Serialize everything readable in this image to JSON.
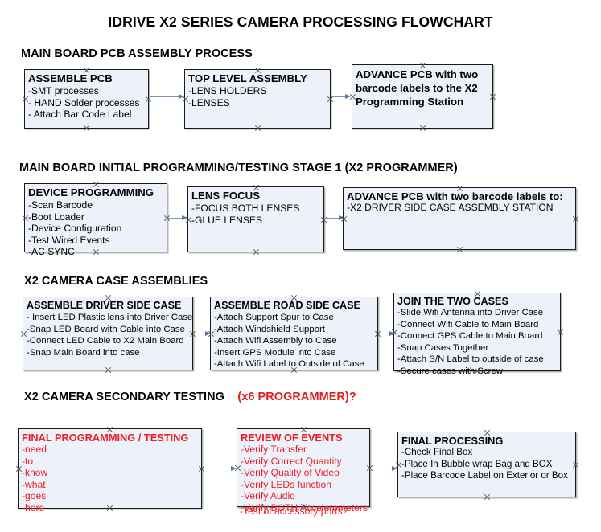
{
  "document": {
    "title": "IDRIVE X2  SERIES CAMERA PROCESSING FLOWCHART"
  },
  "colors": {
    "box_fill": "#edf1f9",
    "box_border": "#1a1a1a",
    "arrow": "#7c96b8",
    "red_text": "#ee1c25",
    "black_text": "#000000"
  },
  "sections": [
    {
      "id": "main-board-pcb-assembly-process",
      "heading": "MAIN BOARD PCB ASSEMBLY PROCESS",
      "heading_suffix": "",
      "boxes": [
        {
          "id": "assemble-pcb",
          "title": "ASSEMBLE PCB",
          "lines": [
            "-SMT processes",
            "- HAND Solder processes",
            "- Attach Bar Code Label"
          ]
        },
        {
          "id": "top-level-assembly",
          "title": "TOP LEVEL ASSEMBLY",
          "lines": [
            "-LENS HOLDERS",
            "-LENSES"
          ]
        },
        {
          "id": "advance-pcb-to-x2-programming-station",
          "title": "ADVANCE PCB with two barcode labels to the  X2 Programming Station",
          "lines": []
        }
      ]
    },
    {
      "id": "main-board-initial-programming-testing-stage-1",
      "heading": "MAIN BOARD INITIAL PROGRAMMING/TESTING STAGE 1 (X2 PROGRAMMER)",
      "heading_suffix": "",
      "boxes": [
        {
          "id": "device-programming",
          "title": "DEVICE PROGRAMMING",
          "lines": [
            "-Scan Barcode",
            "-Boot Loader",
            "-Device Configuration",
            "-Test Wired Events",
            "-AC SYNC"
          ]
        },
        {
          "id": "lens-focus",
          "title": "LENS FOCUS",
          "lines": [
            "-FOCUS BOTH LENSES",
            "-GLUE LENSES"
          ]
        },
        {
          "id": "advance-pcb-to-driver-side-case-assembly",
          "title": "ADVANCE PCB with two barcode labels to:",
          "lines": [
            "-X2 DRIVER  SIDE  CASE  ASSEMBLY STATION"
          ]
        }
      ]
    },
    {
      "id": "x2-camera-case-assemblies",
      "heading": "X2 CAMERA CASE ASSEMBLIES",
      "heading_suffix": "",
      "boxes": [
        {
          "id": "assemble-driver-side-case",
          "title": "ASSEMBLE DRIVER SIDE CASE",
          "lines": [
            "- Insert LED Plastic lens into Driver Case",
            "-Snap LED Board with Cable into Case",
            "-Connect LED Cable to X2 Main Board",
            "-Snap Main Board into case"
          ]
        },
        {
          "id": "assemble-road-side-case",
          "title": "ASSEMBLE ROAD SIDE CASE",
          "lines": [
            "-Attach Support Spur to Case",
            "-Attach Windshield Support",
            "-Attach Wifi Assembly to Case",
            "-Insert GPS Module into Case",
            "-Attach Wifi Label to Outside of Case"
          ]
        },
        {
          "id": "join-the-two-cases",
          "title": "JOIN THE TWO CASES",
          "lines": [
            "-Slide Wifi Antenna into Driver Case",
            "-Connect Wifi Cable to Main Board",
            "-Connect GPS Cable to Main Board",
            "-Snap Cases Together",
            "-Attach S/N Label to outside of case",
            "-Secure cases with Screw"
          ]
        }
      ]
    },
    {
      "id": "x2-camera-secondary-testing",
      "heading": "X2 CAMERA SECONDARY TESTING",
      "heading_suffix": "(x6 PROGRAMMER)?",
      "boxes": [
        {
          "id": "final-programming-testing",
          "title": "FINAL PROGRAMMING / TESTING",
          "lines": [
            "-need",
            "-to",
            "-know",
            "-what",
            "-goes",
            "-here"
          ]
        },
        {
          "id": "review-of-events",
          "title": "REVIEW OF EVENTS",
          "lines": [
            "-Verify Transfer",
            "-Verify Correct Quantity",
            "-Verify Quality of Video",
            "-Verify LEDs function",
            "-Verify Audio",
            "-Verify BOTH Accelerometers"
          ],
          "overflow_line": "-Test of accessory ports?"
        },
        {
          "id": "final-processing",
          "title": "FINAL PROCESSING",
          "lines": [
            " -Check Final Box",
            "-Place In Bubble wrap Bag and BOX",
            "-Place Barcode Label on Exterior or Box"
          ]
        }
      ]
    }
  ]
}
